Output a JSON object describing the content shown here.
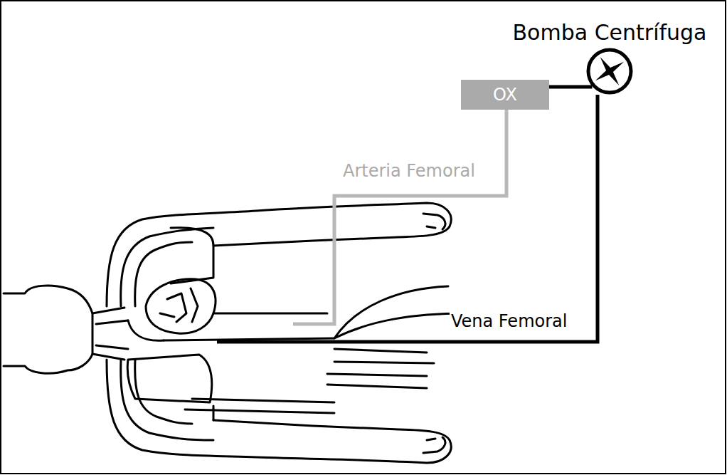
{
  "diagram": {
    "nodes": [
      {
        "text": [
          "Bomba Centrífuga"
        ]
      },
      {
        "text": [
          "OX"
        ]
      }
    ],
    "edges": [
      {
        "from": 0,
        "to": 1,
        "arrow": "none"
      }
    ],
    "labels": [
      "Arteria Femoral",
      "Vena Femoral"
    ]
  }
}
